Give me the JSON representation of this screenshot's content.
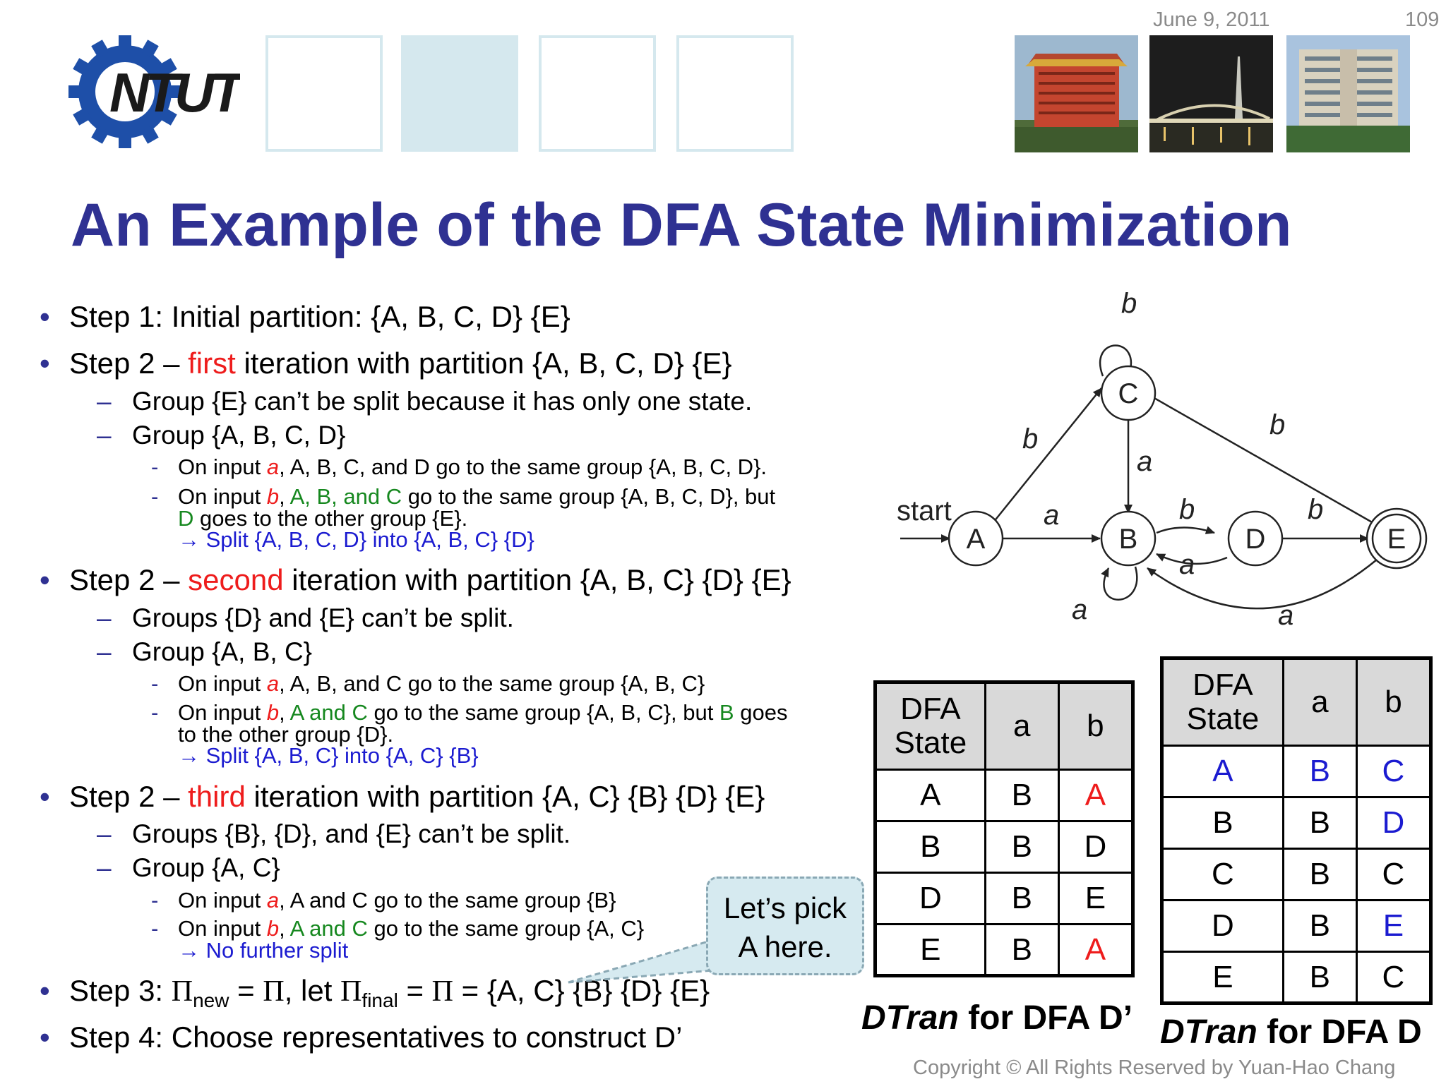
{
  "header": {
    "date": "June 9, 2011",
    "page_number": "109",
    "logo_text": "NTUT"
  },
  "title": "An Example of the DFA State Minimization",
  "bullets": {
    "step1": "Step 1: Initial partition: {A, B, C, D} {E}",
    "step2a": {
      "prefix": "Step 2 – ",
      "highlight": "first",
      "rest": " iteration with partition {A, B, C, D} {E}",
      "sub1": "Group {E} can’t be split because it has only one state.",
      "sub2": "Group {A, B, C, D}",
      "item1": {
        "p1": "On input ",
        "sym": "a",
        "p2": ", A, B, C, and D go to the same group {A, B, C, D}."
      },
      "item2": {
        "p1": "On input ",
        "sym": "b",
        "p2": ", ",
        "g1": "A, B, and C",
        "p3": " go to the same group {A, B, C, D}, but",
        "g2": "D",
        "p4": " goes to the other group {E}."
      },
      "result": "→ Split {A, B, C, D} into {A, B, C} {D}"
    },
    "step2b": {
      "prefix": "Step 2 – ",
      "highlight": "second",
      "rest": " iteration with partition {A, B, C} {D} {E}",
      "sub1": "Groups {D} and {E} can’t be split.",
      "sub2": "Group {A, B, C}",
      "item1": {
        "p1": "On input ",
        "sym": "a",
        "p2": ", A, B, and C go to the same group {A, B, C}"
      },
      "item2": {
        "p1": "On input ",
        "sym": "b",
        "p2": ", ",
        "g1": "A and C",
        "p3": " go to the same group {A, B, C}, but ",
        "g2": "B",
        "p4": " goes",
        "line2": "to the other group {D}."
      },
      "result": "→ Split {A, B, C} into {A, C} {B}"
    },
    "step2c": {
      "prefix": "Step 2 – ",
      "highlight": "third",
      "rest": " iteration with partition {A, C} {B} {D} {E}",
      "sub1": "Groups {B}, {D}, and {E} can’t be split.",
      "sub2": "Group {A, C}",
      "item1": {
        "p1": "On input ",
        "sym": "a",
        "p2": ", A and C go to the same group {B}"
      },
      "item2": {
        "p1": "On input ",
        "sym": "b",
        "p2": ", ",
        "g1": "A and C",
        "p3": " go to the same group {A, C}"
      },
      "result": "→ No further split"
    },
    "step3": {
      "p1": "Step 3: ",
      "pi": "Π",
      "new": "new",
      "eq": " = ",
      "p2": ", let ",
      "final": "final",
      "p3": " = ",
      "p4": " = {A, C} {B} {D} {E}"
    },
    "step4": "Step 4: Choose representatives to construct D’"
  },
  "diagram": {
    "start_label": "start",
    "states": [
      "A",
      "B",
      "C",
      "D",
      "E"
    ],
    "accepting": "E",
    "edge_labels": {
      "C_loop": "b",
      "A_C": "b",
      "E_C": "b",
      "C_B": "a",
      "A_B": "a",
      "B_D": "b",
      "D_B": "a",
      "D_E": "b",
      "B_loop": "a",
      "E_B": "a"
    }
  },
  "table_minimized": {
    "header": [
      "DFA State",
      "a",
      "b"
    ],
    "rows": [
      [
        "A",
        "B",
        "A"
      ],
      [
        "B",
        "B",
        "D"
      ],
      [
        "D",
        "B",
        "E"
      ],
      [
        "E",
        "B",
        "A"
      ]
    ],
    "caption_italic": "DTran",
    "caption_rest": " for DFA D’"
  },
  "table_original": {
    "header": [
      "DFA State",
      "a",
      "b"
    ],
    "rows": [
      [
        "A",
        "B",
        "C"
      ],
      [
        "B",
        "B",
        "D"
      ],
      [
        "C",
        "B",
        "C"
      ],
      [
        "D",
        "B",
        "E"
      ],
      [
        "E",
        "B",
        "C"
      ]
    ],
    "caption_italic": "DTran",
    "caption_rest": " for DFA D"
  },
  "callout": {
    "line1": "Let’s pick",
    "line2": "A here."
  },
  "footer": {
    "copyright": "Copyright © All Rights Reserved by Yuan-Hao Chang"
  },
  "colors": {
    "title": "#2f3192",
    "red": "#ee1c1c",
    "green": "#16881f",
    "blue": "#1b1bd0"
  }
}
